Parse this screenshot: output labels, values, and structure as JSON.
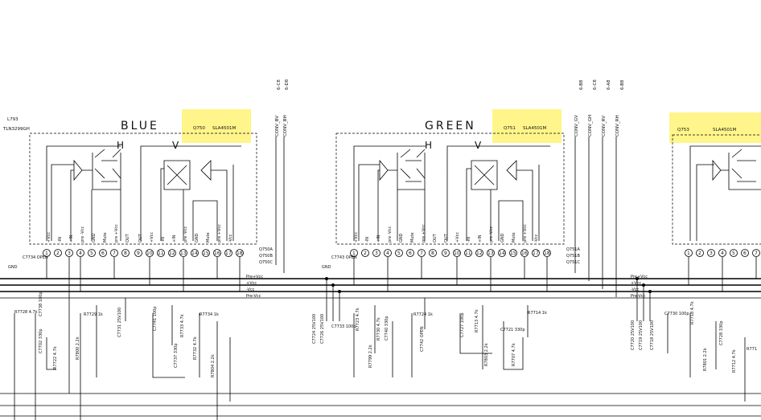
{
  "blocks": [
    {
      "name": "BLUE",
      "chip_ref": "Q750",
      "chip_part": "SLA4501M",
      "l_ref": "L793",
      "l_part": "TLN3299GH",
      "extra": [
        "Q750A",
        "Q750B",
        "Q750C"
      ],
      "cap_open": "C7734 OPEN"
    },
    {
      "name": "GREEN",
      "chip_ref": "Q751",
      "chip_part": "SLA4501M",
      "extra": [
        "Q751A",
        "Q751B",
        "Q751C"
      ],
      "cap_open": "C7743 OPEN"
    },
    {
      "name": "",
      "chip_ref": "Q753",
      "chip_part": "SLA4501M"
    }
  ],
  "sections": [
    "H",
    "V",
    "H",
    "V"
  ],
  "pin_labels": [
    "+Vcc",
    "-IN",
    "+IN",
    "pre -Vcc",
    "GND",
    "Mute",
    "pre +Vcc",
    "OUT",
    "OUT",
    "+Vcc",
    "-IN",
    "+IN",
    "pre -Vcc",
    "GND",
    "Mute",
    "pre +Vcc",
    "-Vcc"
  ],
  "pin_numbers": [
    "1",
    "2",
    "3",
    "4",
    "5",
    "6",
    "7",
    "8",
    "9",
    "10",
    "11",
    "12",
    "13",
    "14",
    "15",
    "16",
    "17",
    "18"
  ],
  "bus_labels": [
    "Pre+Vcc",
    "+Vcc",
    "-Vcc",
    "Pre-Vcc"
  ],
  "gnd_label": "GND",
  "connectors": {
    "blue": [
      "CONV_BV",
      "CONV_BH",
      "6-C8",
      "6-D8"
    ],
    "green": [
      "CONV_GV",
      "CONV_GH",
      "CONV_RV",
      "CONV_RH",
      "6-B8",
      "6-C8",
      "6-A8",
      "6-B8"
    ]
  },
  "components": {
    "blue": [
      "R7728 4.7k",
      "C7738 100p",
      "C7702 330p",
      "R7722 4.7k",
      "R7800 2.2k",
      "R7729 1k",
      "C7731 25V100",
      "C7741 100p",
      "R7733 4.7k",
      "C7737 330p",
      "R7734 1k",
      "R7732 4.7k",
      "R7804 2.2k"
    ],
    "green": [
      "C7724 25V100",
      "C7726 25V100",
      "C7733 100p",
      "R7723 4.7k",
      "R7730 4.7k",
      "C7740 330p",
      "R7799 2.2k",
      "R7724 1k",
      "C7742 OPEN",
      "C7727 100p",
      "R7713 4.7k",
      "C7721 330p",
      "R7803 2.2k",
      "R7707 4.7k",
      "R7714 1k"
    ],
    "right": [
      "C7720 25V100",
      "C7719 25V100",
      "C7718 25V100",
      "C7730 100p",
      "R7718 4.7k",
      "C7728 330p",
      "R7801 2.2k",
      "R7712 4.7k",
      "R771"
    ]
  }
}
